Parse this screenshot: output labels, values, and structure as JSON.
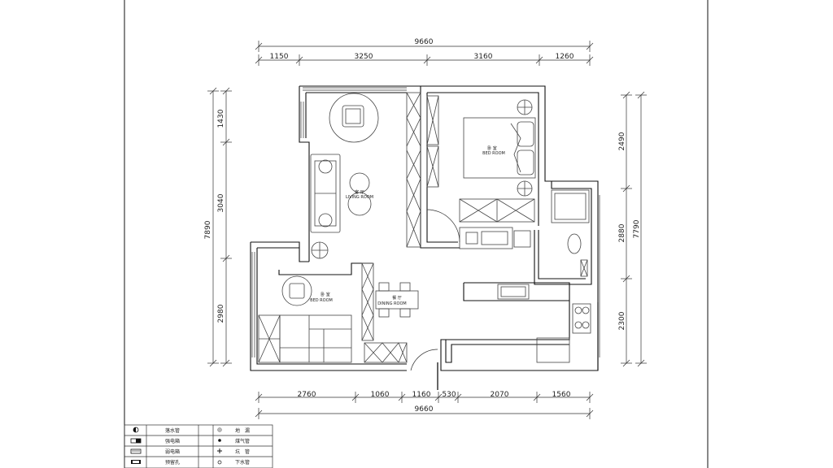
{
  "dimensions": {
    "top_total": "9660",
    "top_segments": [
      "1150",
      "3250",
      "3160",
      "1260"
    ],
    "bottom_total": "9660",
    "bottom_segments": [
      "2760",
      "1060",
      "1160",
      "530",
      "2070",
      "1560"
    ],
    "left_total": "7890",
    "left_segments": [
      "1430",
      "3040",
      "2980"
    ],
    "right_total": "7790",
    "right_segments": [
      "2490",
      "2880",
      "2300"
    ]
  },
  "rooms": {
    "bedroom_main": {
      "cn": "卧 室",
      "en": "BED ROOM"
    },
    "living": {
      "cn": "客 厅",
      "en": "LIVING ROOM"
    },
    "bedroom_second": {
      "cn": "卧 室",
      "en": "BED ROOM"
    },
    "dining": {
      "cn": "餐 厅",
      "en": "DINING ROOM"
    }
  },
  "legend": [
    {
      "icon": "half-filled-circle-icon",
      "label": "落水管"
    },
    {
      "icon": "distribution-box-icon",
      "label": "强电箱"
    },
    {
      "icon": "weak-box-icon",
      "label": "弱电箱"
    },
    {
      "icon": "reserved-hole-icon",
      "label": "预留孔"
    },
    {
      "icon": "floor-drain-icon",
      "label": "地　漏"
    },
    {
      "icon": "gas-pipe-icon",
      "label": "煤气管"
    },
    {
      "icon": "riser-pipe-icon",
      "label": "坑　管"
    },
    {
      "icon": "drain-pipe-icon",
      "label": "下水管"
    }
  ]
}
